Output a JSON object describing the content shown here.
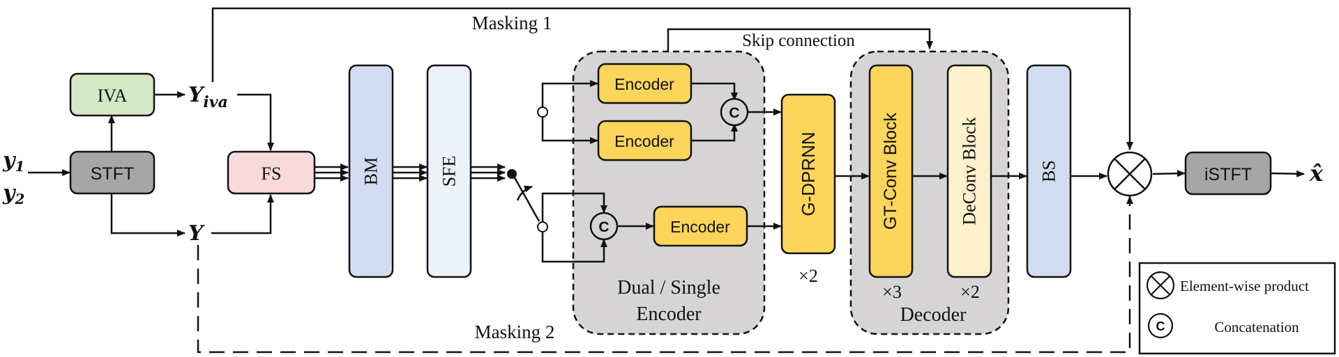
{
  "labels": {
    "masking1": "Masking 1",
    "masking2": "Masking 2",
    "skip_connection": "Skip connection",
    "dual_single_encoder_line1": "Dual / Single",
    "dual_single_encoder_line2": "Encoder",
    "decoder": "Decoder",
    "repeat_gdprnn": "×2",
    "repeat_gtconv": "×3",
    "repeat_deconv": "×2"
  },
  "signals": {
    "input_1": "y",
    "input_1_sub": "1",
    "input_2": "y",
    "input_2_sub": "2",
    "y_iva": "Y",
    "y_iva_sub": "iva",
    "y": "Y",
    "output": "x̂"
  },
  "blocks": {
    "stft": "STFT",
    "iva": "IVA",
    "fs": "FS",
    "bm": "BM",
    "sfe": "SFE",
    "encoder_top": "Encoder",
    "encoder_mid": "Encoder",
    "encoder_bottom": "Encoder",
    "gdprnn": "G-DPRNN",
    "gtconv": "GT-Conv Block",
    "deconv": "DeConv Block",
    "bs": "BS",
    "istft": "iSTFT"
  },
  "symbols": {
    "concat": "C"
  },
  "legend": {
    "element_wise_product": "Element-wise product",
    "concatenation": "Concatenation",
    "concat_symbol": "C"
  },
  "colors": {
    "stft": "#a6a6a6",
    "iva": "#d3e8c6",
    "fs": "#f8d9dc",
    "bm": "#d2dcf0",
    "sfe": "#edf1fa",
    "encoder": "#fcd55a",
    "gdprnn": "#fcd55a",
    "gtconv": "#fcd55a",
    "deconv": "#fff1cc",
    "bs": "#d2dcf0",
    "istft": "#a6a6a6",
    "group_bg": "#d6d4d4",
    "line": "#111111"
  }
}
